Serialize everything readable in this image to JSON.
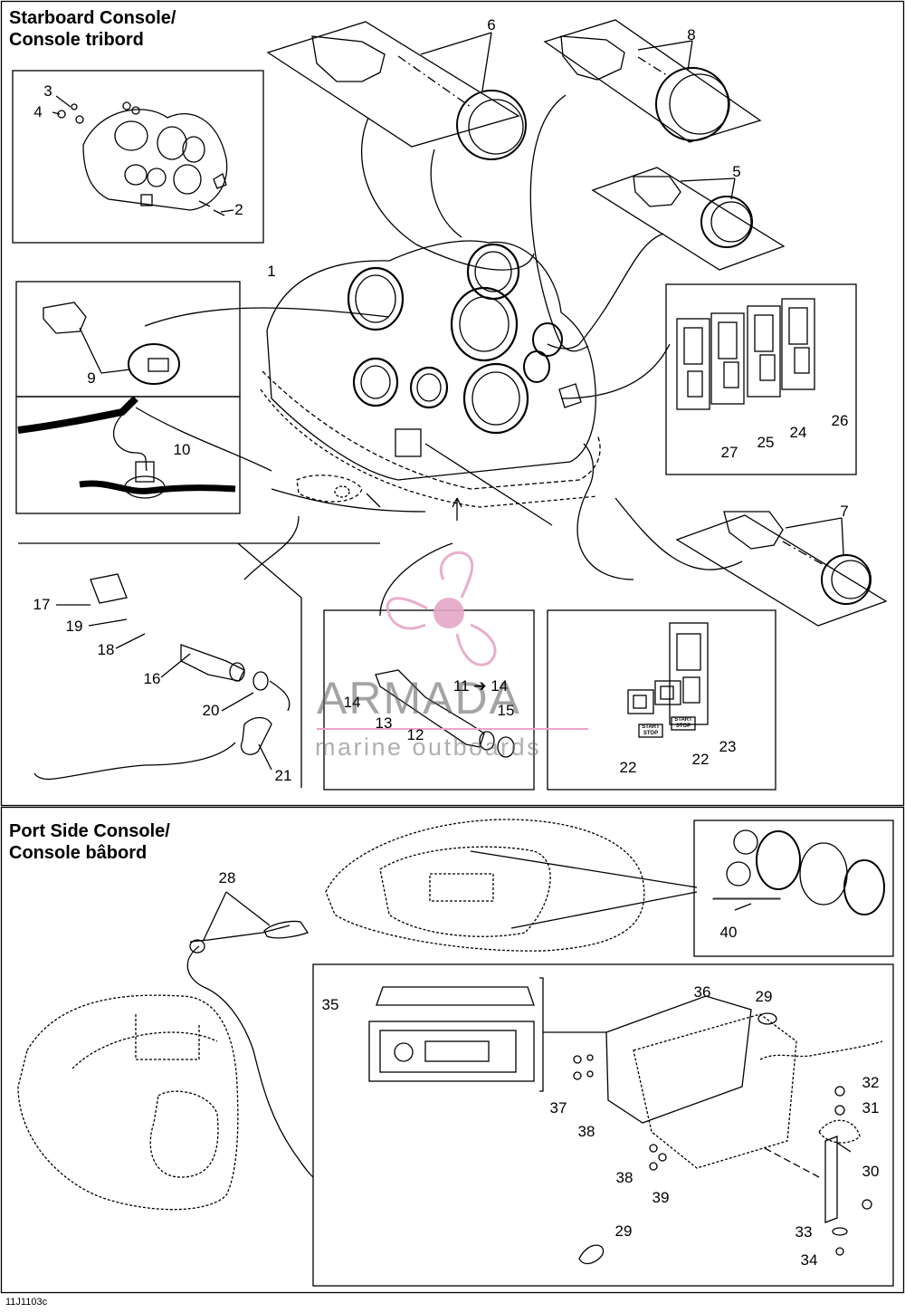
{
  "sections": {
    "starboard": {
      "title_en": "Starboard Console/",
      "title_fr": "Console tribord"
    },
    "port": {
      "title_en": "Port Side Console/",
      "title_fr": "Console bâbord"
    }
  },
  "callouts": {
    "c1": "1",
    "c2": "2",
    "c3": "3",
    "c4": "4",
    "c5": "5",
    "c6": "6",
    "c7": "7",
    "c8": "8",
    "c9": "9",
    "c10": "10",
    "c11_14": "11 ➔ 14",
    "c12": "12",
    "c13": "13",
    "c14": "14",
    "c15": "15",
    "c16": "16",
    "c17": "17",
    "c18": "18",
    "c19": "19",
    "c20": "20",
    "c21": "21",
    "c22a": "22",
    "c22b": "22",
    "c23": "23",
    "c24": "24",
    "c25": "25",
    "c26": "26",
    "c27": "27",
    "c28": "28",
    "c29a": "29",
    "c29b": "29",
    "c30": "30",
    "c31": "31",
    "c32": "32",
    "c33": "33",
    "c34": "34",
    "c35": "35",
    "c36": "36",
    "c37": "37",
    "c38a": "38",
    "c38b": "38",
    "c39": "39",
    "c40": "40"
  },
  "labels": {
    "start_stop_1": "START STOP",
    "start_stop_2": "START STOP"
  },
  "watermark": {
    "name": "ARMADA",
    "tagline": "marine outboards",
    "accent_color": "#e6a6c8"
  },
  "footer": {
    "code": "11J1103c"
  }
}
